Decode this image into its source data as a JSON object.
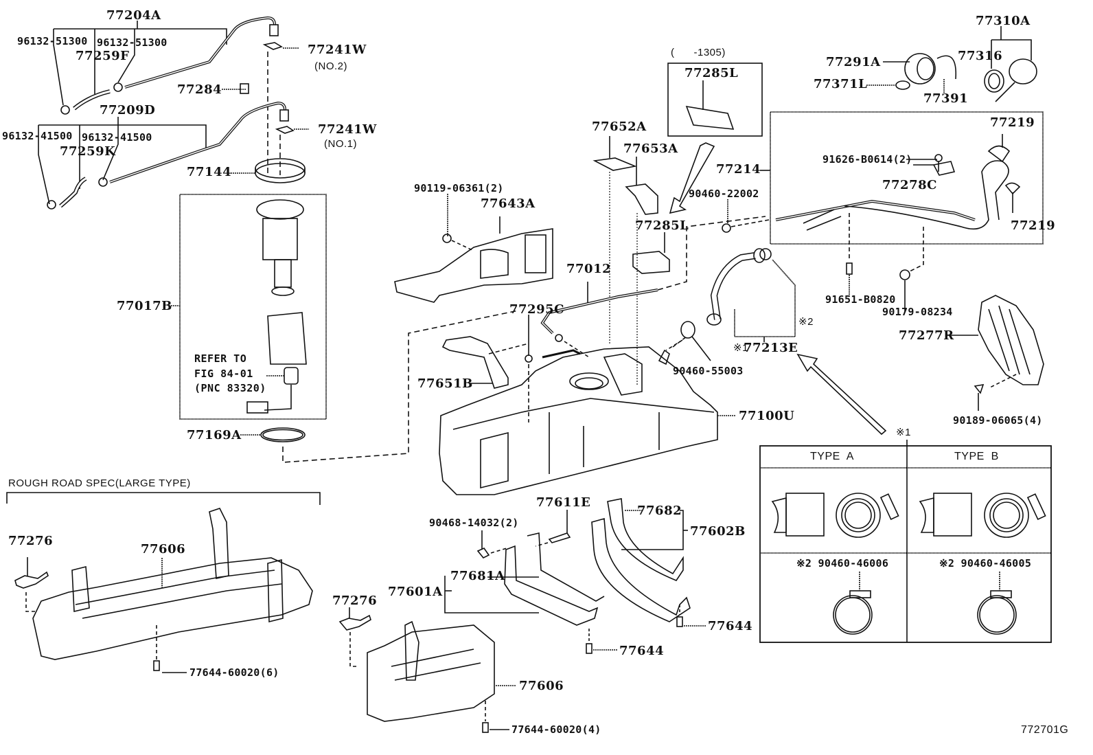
{
  "diagram": {
    "figure_id": "772701G",
    "top_left": {
      "vent_hose_a": "77204A",
      "clip_a1": "96132-51300",
      "clip_a2": "96132-51300",
      "hose_f": "77259F",
      "gasket_no2": "77241W",
      "gasket_no2_note": "(NO.2)",
      "clamp_77284": "77284",
      "vent_hose_d": "77209D",
      "clip_d1": "96132-41500",
      "clip_d2": "96132-41500",
      "hose_k": "77259K",
      "gasket_no1": "77241W",
      "gasket_no1_note": "(NO.1)",
      "retainer": "77144"
    },
    "pump_box": {
      "assembly": "77017B",
      "refer_line1": "REFER TO",
      "refer_line2": "FIG 84-01",
      "refer_line3": "(PNC 83320)",
      "gasket": "77169A"
    },
    "center_top": {
      "bolt": "90119-06361(2)",
      "protector": "77643A",
      "cushion_652": "77652A",
      "cushion_653": "77653A",
      "date_range": "(      -1305)",
      "clamp_inset": "77285L",
      "clamp": "77285L",
      "tube": "77012",
      "hose_295c": "77295C",
      "clip_22002": "90460-22002",
      "filler_pipe_assy": "77214"
    },
    "tank": {
      "tank": "77100U",
      "band_cushion": "77651B",
      "clip_55003": "90460-55003",
      "hose_213e": "77213E",
      "mark1": "※1",
      "mark2": "※2"
    },
    "right_top": {
      "cap_assy": "77310A",
      "gasket_316": "77316",
      "housing_291a": "77291A",
      "ring_371l": "77371L",
      "ring_391": "77391",
      "protector_219_top": "77219",
      "bolt_91626": "91626-B0614(2)",
      "bracket_278c": "77278C",
      "protector_219_bottom": "77219",
      "bolt_91651": "91651-B0820",
      "nut_90179": "90179-08234",
      "protector_277r": "77277R",
      "clip_90189": "90189-06065(4)"
    },
    "type_table": {
      "ref_mark": "※1",
      "col_a": "TYPE  A",
      "col_b": "TYPE  B",
      "clamp_a": "※2 90460-46006",
      "clamp_b": "※2 90460-46005"
    },
    "rough_road": {
      "title": "ROUGH ROAD SPEC(LARGE TYPE)",
      "bracket": "77276",
      "protector": "77606",
      "bolt": "77644-60020(6)"
    },
    "bottom_center": {
      "clip_90468": "90468-14032(2)",
      "bolt_611e": "77611E",
      "band_681a": "77681A",
      "band_assy_601a": "77601A",
      "band_682": "77682",
      "band_assy_602b": "77602B",
      "bolt_644_left": "77644",
      "bolt_644_right": "77644",
      "bracket": "77276",
      "protector": "77606",
      "bolt": "77644-60020(4)"
    }
  }
}
